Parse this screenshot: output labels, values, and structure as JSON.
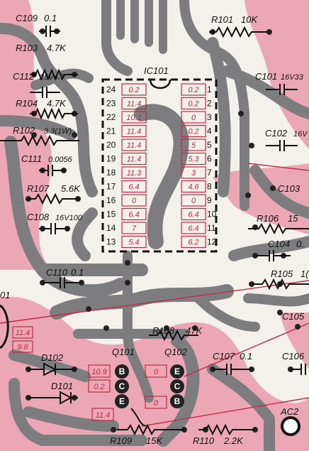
{
  "ic": {
    "ref": "IC101",
    "left_pins": [
      {
        "pin": "24",
        "voltage": "0.2"
      },
      {
        "pin": "23",
        "voltage": "11.4"
      },
      {
        "pin": "22",
        "voltage": "10.1"
      },
      {
        "pin": "21",
        "voltage": "11.4"
      },
      {
        "pin": "20",
        "voltage": "11.4"
      },
      {
        "pin": "19",
        "voltage": "11.4"
      },
      {
        "pin": "18",
        "voltage": "11.3"
      },
      {
        "pin": "17",
        "voltage": "6.4"
      },
      {
        "pin": "16",
        "voltage": "0"
      },
      {
        "pin": "15",
        "voltage": "6.4"
      },
      {
        "pin": "14",
        "voltage": "7"
      },
      {
        "pin": "13",
        "voltage": "5.4"
      }
    ],
    "right_pins": [
      {
        "pin": "1",
        "voltage": "0.2"
      },
      {
        "pin": "2",
        "voltage": "0.2"
      },
      {
        "pin": "3",
        "voltage": "0"
      },
      {
        "pin": "4",
        "voltage": "0.2"
      },
      {
        "pin": "5",
        "voltage": "5"
      },
      {
        "pin": "6",
        "voltage": "5.3"
      },
      {
        "pin": "7",
        "voltage": "3"
      },
      {
        "pin": "8",
        "voltage": "4.6"
      },
      {
        "pin": "9",
        "voltage": "0"
      },
      {
        "pin": "10",
        "voltage": "6.4"
      },
      {
        "pin": "11",
        "voltage": "6.4"
      },
      {
        "pin": "12",
        "voltage": "6.2"
      }
    ]
  },
  "components": {
    "c109": {
      "ref": "C109",
      "value": "0.1"
    },
    "r101": {
      "ref": "R101",
      "value": "10K"
    },
    "r103": {
      "ref": "R103",
      "value": "4.7K"
    },
    "c112": {
      "ref": "C112",
      "value": "25V4.7"
    },
    "r104": {
      "ref": "R104",
      "value": "4.7K"
    },
    "r102": {
      "ref": "R102",
      "value": "3.3(1W)"
    },
    "c111": {
      "ref": "C111",
      "value": "0.0056"
    },
    "r107": {
      "ref": "R107",
      "value": "5.6K"
    },
    "c108": {
      "ref": "C108",
      "value": "16V100"
    },
    "c110": {
      "ref": "C110",
      "value": "0.1"
    },
    "c101": {
      "ref": "C101",
      "value": "16V33"
    },
    "c102": {
      "ref": "C102",
      "value": "16V"
    },
    "c103": {
      "ref": "C103",
      "value": ""
    },
    "r106": {
      "ref": "R106",
      "value": "15"
    },
    "c104": {
      "ref": "C104",
      "value": "0."
    },
    "r105": {
      "ref": "R105",
      "value": "1("
    },
    "c105": {
      "ref": "C105",
      "value": ""
    },
    "c106": {
      "ref": "C106",
      "value": ""
    },
    "r108": {
      "ref": "R108",
      "value": "47K"
    },
    "c107": {
      "ref": "C107",
      "value": "0.1"
    },
    "r109": {
      "ref": "R109",
      "value": "15K"
    },
    "r110": {
      "ref": "R110",
      "value": "2.2K"
    },
    "d101": {
      "ref": "D101"
    },
    "d102": {
      "ref": "D102"
    },
    "ac2": {
      "ref": "AC2"
    },
    "edge": {
      "ref": "01"
    }
  },
  "transistors": {
    "q101": {
      "ref": "Q101",
      "pins": [
        "B",
        "C",
        "E"
      ],
      "voltages": [
        "10.9",
        "0.2",
        "11.4"
      ]
    },
    "q102": {
      "ref": "Q102",
      "pins": [
        "E",
        "C",
        "B"
      ],
      "voltages": [
        "0",
        "0"
      ]
    }
  },
  "edge_voltages": [
    "11.4",
    "9.8"
  ],
  "colors": {
    "background": "#f4f1ec",
    "copper_trace": "#7d7d80",
    "pink_plane": "#eba7b6",
    "voltage_red": "#c22a44",
    "ink": "#111111"
  }
}
